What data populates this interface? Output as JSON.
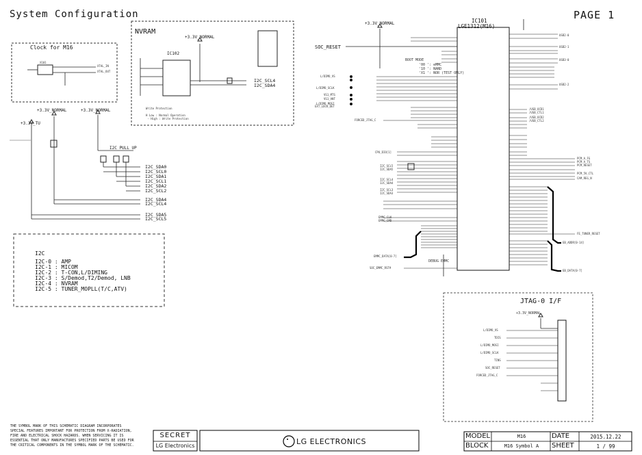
{
  "header": {
    "title": "System Configuration",
    "page": "PAGE 1"
  },
  "clock": {
    "title": "Clock for M16",
    "ref": "X101",
    "nets": [
      "XTAL_IN",
      "XTAL_OUT"
    ]
  },
  "nvram": {
    "title": "NVRAM",
    "supply": "+3.3V_NORMAL",
    "ic": "IC102",
    "nets": [
      "I2C_SCL4",
      "I2C_SDA4"
    ],
    "notes": "Write Protection\n\nH Low : Normal Operation\n - High : Write Protection"
  },
  "left": {
    "supplies": [
      "+3.3V_TU",
      "+3.3V_NORMAL",
      "+3.3V_NORMAL"
    ],
    "pullup": "I2C PULL UP",
    "i2c_nets": [
      "I2C_SDA0",
      "I2C_SCL0",
      "I2C_SDA1",
      "I2C_SCL1",
      "I2C_SDA2",
      "I2C_SCL2",
      "I2C_SDA4",
      "I2C_SCL4",
      "I2C_SDA5",
      "I2C_SCL5"
    ]
  },
  "i2c_box": {
    "title": "I2C",
    "lines": [
      "I2C-0 : AMP",
      "I2C-1 : MICOM",
      "I2C-2 : T-CON,L/DIMING",
      "I2C-3 : S/Demod,T2/Demod, LNB",
      "I2C-4 : NVRAM",
      "I2C-5 : TUNER_MOPLL(T/C,ATV)"
    ]
  },
  "soc": {
    "supply": "+3.3V_NORMAL",
    "reset": "SOC_RESET",
    "ref": "IC101",
    "part": "LGE1312(M16)",
    "boot_mode": "BOOT MODE",
    "boot_lines": [
      "'00 ': eMMC",
      "'10 ': NAND",
      "'X1 ': NOR (TEST ONLY)"
    ],
    "left_pins": [
      "L/DIMO_VS",
      "L/DIMO_SCLK",
      "L/DIMO_MOSI",
      "VS1_MTS",
      "VS1_ANT",
      "EXT_LOCK_DET",
      "FORCED_JTAG_C",
      "CPU_DIO[1]",
      "I2C_SCL5",
      "I2C_SDA5",
      "I2C_SCL4",
      "I2C_SDA4",
      "I2C_SCL3",
      "I2C_SDA3",
      "EMMC_CLK",
      "EMMC_CMD"
    ],
    "emmc_bus": "EMMC_DATA[0-7]",
    "emmc_rst": "SOC_EMMC_RST#",
    "debug": "DEBUG EMMC",
    "right_pins": [
      "USB2-0",
      "USB2-1",
      "USB3-0",
      "USB2-2",
      "/USB_OCD1",
      "/USB_CTL1",
      "/USB_OCD2",
      "/USB_CTL2",
      "PCM_A_FG",
      "PCM_A_TS",
      "PCM_RESET",
      "PCM_5V_CTL",
      "CAM_REG_N"
    ],
    "buses": [
      "EB_ADDR[0-14]",
      "EB_DATA[0-7]"
    ],
    "tuner": "FE_TUNER_RESET"
  },
  "jtag": {
    "title": "JTAG-0 I/F",
    "supply": "+3.3V_NORMAL",
    "signals": [
      "L/DIMO_VS",
      "TDIS",
      "L/DIMO_MOSI",
      "L/DIMO_SCLK",
      "TINS",
      "SOC_RESET",
      "FORCED_JTAG_C"
    ]
  },
  "footer": {
    "note": "THE SYMBOL MARK OF THIS SCHEMATIC DIAGRAM INCORPORATES\nSPECIAL FEATURES IMPORTANT FOR PROTECTION FROM X-RADIATION,\nFIRE AND ELECTRICAL SHOCK HAZARDS. WHEN SERVICING IT IS\nESSENTIAL THAT ONLY MANUFACTURES SPECIFIED PARTS BE USED FOR\nTHE CRITICAL COMPONENTS IN THE SYMBOL MARK OF THE SCHEMATIC.",
    "secret": "SECRET",
    "secret_brand": "LG Electronics",
    "logo_text": "LG ELECTRONICS",
    "model_label": "MODEL",
    "model_value": "M16",
    "date_label": "DATE",
    "date_value": "2015.12.22",
    "block_label": "BLOCK",
    "block_value": "M16 Symbol A",
    "sheet_label": "SHEET",
    "sheet_value": "1 / 99"
  },
  "colors": {
    "ink": "#111111",
    "line": "#222222",
    "paper": "#ffffff"
  }
}
